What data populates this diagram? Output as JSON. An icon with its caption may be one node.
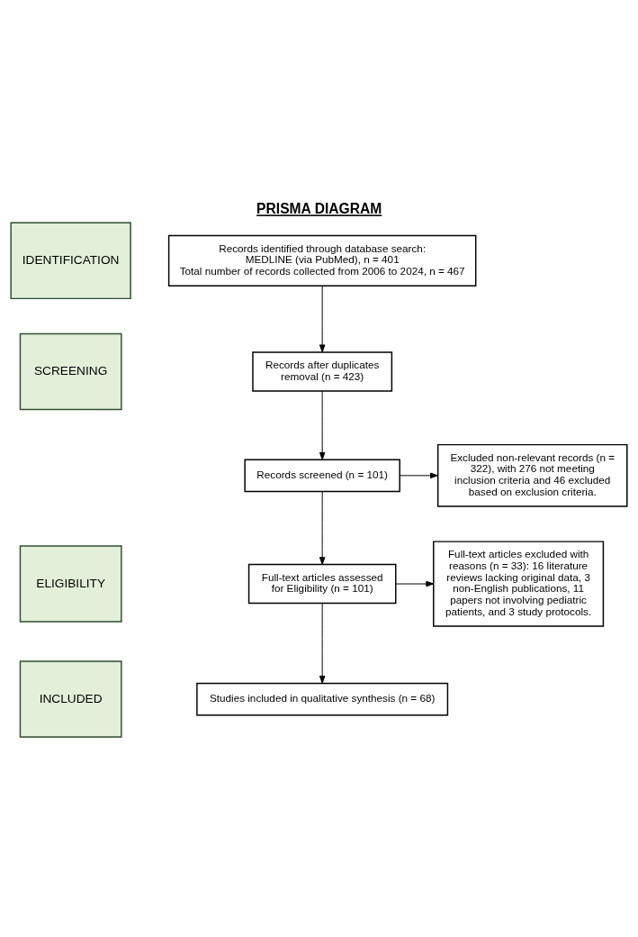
{
  "diagram": {
    "title": "PRISMA DIAGRAM",
    "nodes": [
      {
        "text": [
          "IDENTIFICATION"
        ]
      },
      {
        "text": [
          "Records identified through database search:",
          "MEDLINE (via PubMed), n = 401",
          "Total number of records collected from 2006 to 2024, n = 467"
        ]
      },
      {
        "text": [
          "SCREENING"
        ]
      },
      {
        "text": [
          "Records after duplicates removal (n = 423)"
        ]
      },
      {
        "text": [
          "Records screened (n = 101)"
        ]
      },
      {
        "text": [
          "Excluded non-relevant records (n = 322), with 276 not meeting inclusion criteria and 46 excluded based on exclusion criteria."
        ]
      },
      {
        "text": [
          "ELIGIBILITY"
        ]
      },
      {
        "text": [
          "Full-text articles assessed for Eligibility (n = 101)"
        ]
      },
      {
        "text": [
          "Full-text articles excluded with reasons (n = 33): 16 literature reviews lacking original data, 3 non-English publications, 11 papers not involving pediatric patients, and 3 study protocols."
        ]
      },
      {
        "text": [
          "INCLUDED"
        ]
      },
      {
        "text": [
          "Studies included in qualitative synthesis (n = 68)"
        ]
      }
    ],
    "edges": [
      {
        "from": 1,
        "to": 3,
        "arrow": "to"
      },
      {
        "from": 3,
        "to": 4,
        "arrow": "to"
      },
      {
        "from": 4,
        "to": 5,
        "arrow": "to"
      },
      {
        "from": 4,
        "to": 7,
        "arrow": "to"
      },
      {
        "from": 7,
        "to": 8,
        "arrow": "to"
      },
      {
        "from": 7,
        "to": 10,
        "arrow": "to"
      }
    ]
  }
}
